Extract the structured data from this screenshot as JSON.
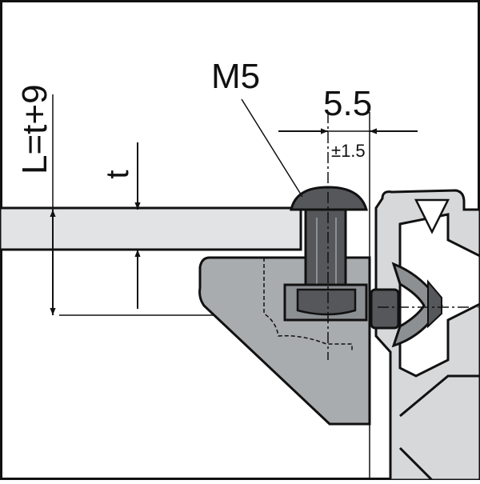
{
  "labels": {
    "length_formula": "L=t+9",
    "thickness": "t",
    "screw_size": "M5",
    "offset_dimension": "5.5",
    "tolerance": "±1.5"
  },
  "colors": {
    "background": "#ffffff",
    "outline": "#111111",
    "panel": "#e1e3e5",
    "bracket": "#a9acae",
    "profile": "#d6d8da",
    "screw": "#55575a",
    "nut": "#8d9093"
  }
}
